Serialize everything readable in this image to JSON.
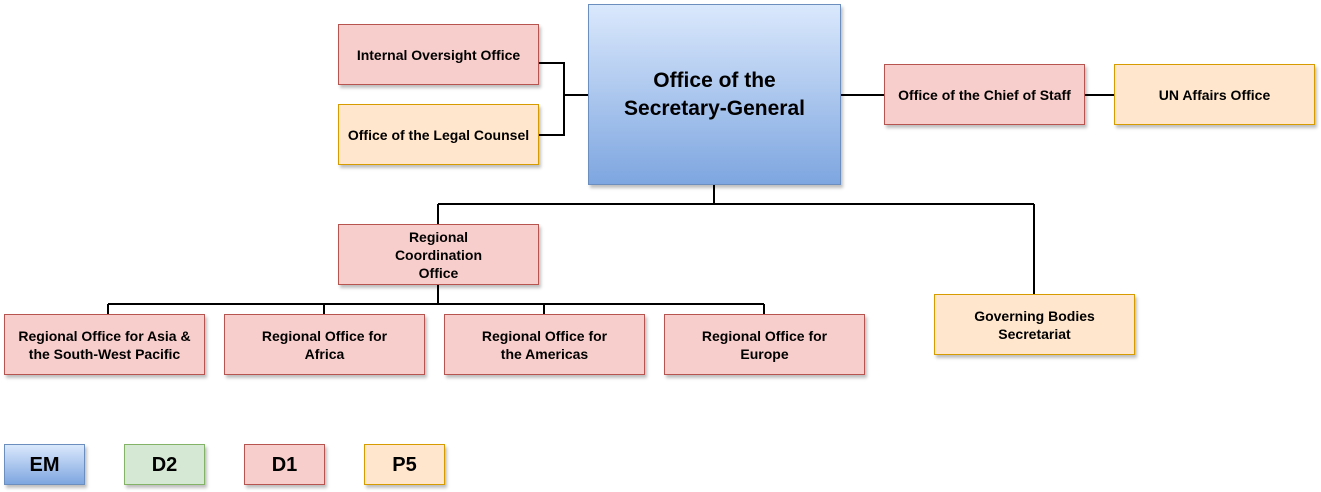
{
  "nodes": {
    "sg": "Office of the Secretary-General",
    "internal_oversight": "Internal Oversight Office",
    "legal_counsel": "Office of the Legal Counsel",
    "chief_of_staff": "Office of the Chief of Staff",
    "un_affairs": "UN Affairs Office",
    "regional_coordination": "Regional Coordination Office",
    "governing_bodies": "Governing Bodies Secretariat",
    "asia_pacific": "Regional Office for Asia & the South-West Pacific",
    "africa": "Regional Office for Africa",
    "americas": "Regional Office for the Americas",
    "europe": "Regional Office for Europe"
  },
  "legend": [
    "EM",
    "D2",
    "D1",
    "P5"
  ],
  "colors": {
    "EM": "#7ea6e0",
    "D2": "#d5e8d4",
    "D1": "#f8cecc",
    "P5": "#ffe6cc"
  }
}
